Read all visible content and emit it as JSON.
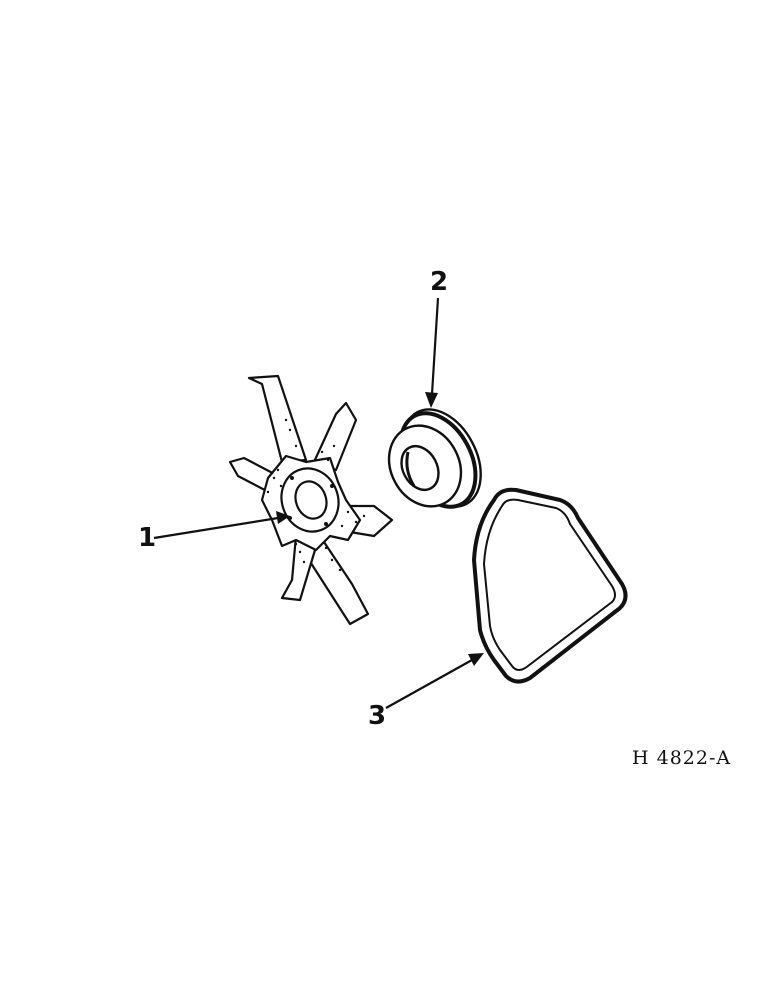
{
  "figure": {
    "id": "H 4822-A",
    "ink_color": "#111111",
    "background_color": "#ffffff"
  },
  "callouts": [
    {
      "number": "1",
      "part": "fan-blade"
    },
    {
      "number": "2",
      "part": "pulley"
    },
    {
      "number": "3",
      "part": "v-belt"
    }
  ]
}
